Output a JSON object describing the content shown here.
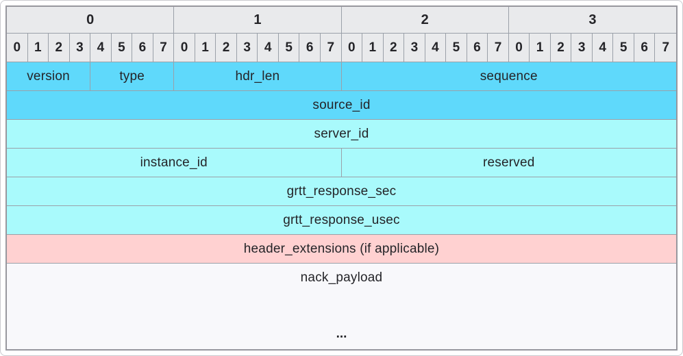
{
  "diagram_title": "packet-header-bit-field-diagram",
  "colors": {
    "header_bg": "#e9eaec",
    "dark_cyan": "#5fd9fb",
    "light_cyan": "#a9fafc",
    "pink": "#ffd1d1",
    "payload_bg": "#f8f8fb",
    "grid_border": "#9aa0a8",
    "outer_border": "#97979e",
    "text": "#242428"
  },
  "byte_headers": [
    "0",
    "1",
    "2",
    "3"
  ],
  "bit_labels": [
    "0",
    "1",
    "2",
    "3",
    "4",
    "5",
    "6",
    "7"
  ],
  "bits_per_byte": 8,
  "total_bits": 32,
  "field_rows": [
    {
      "fields": [
        {
          "label": "version",
          "bits": 4,
          "tone": "dark"
        },
        {
          "label": "type",
          "bits": 4,
          "tone": "dark"
        },
        {
          "label": "hdr_len",
          "bits": 8,
          "tone": "dark"
        },
        {
          "label": "sequence",
          "bits": 16,
          "tone": "dark"
        }
      ]
    },
    {
      "fields": [
        {
          "label": "source_id",
          "bits": 32,
          "tone": "dark"
        }
      ]
    },
    {
      "fields": [
        {
          "label": "server_id",
          "bits": 32,
          "tone": "light"
        }
      ]
    },
    {
      "fields": [
        {
          "label": "instance_id",
          "bits": 16,
          "tone": "light"
        },
        {
          "label": "reserved",
          "bits": 16,
          "tone": "light"
        }
      ]
    },
    {
      "fields": [
        {
          "label": "grtt_response_sec",
          "bits": 32,
          "tone": "light"
        }
      ]
    },
    {
      "fields": [
        {
          "label": "grtt_response_usec",
          "bits": 32,
          "tone": "light"
        }
      ]
    },
    {
      "fields": [
        {
          "label": "header_extensions (if applicable)",
          "bits": 32,
          "tone": "pink"
        }
      ]
    },
    {
      "fields": [
        {
          "label": "nack_payload",
          "bits": 32,
          "tone": "payload",
          "footer": "..."
        }
      ]
    }
  ],
  "layout_rows_note": "",
  "ellipsis": "..."
}
